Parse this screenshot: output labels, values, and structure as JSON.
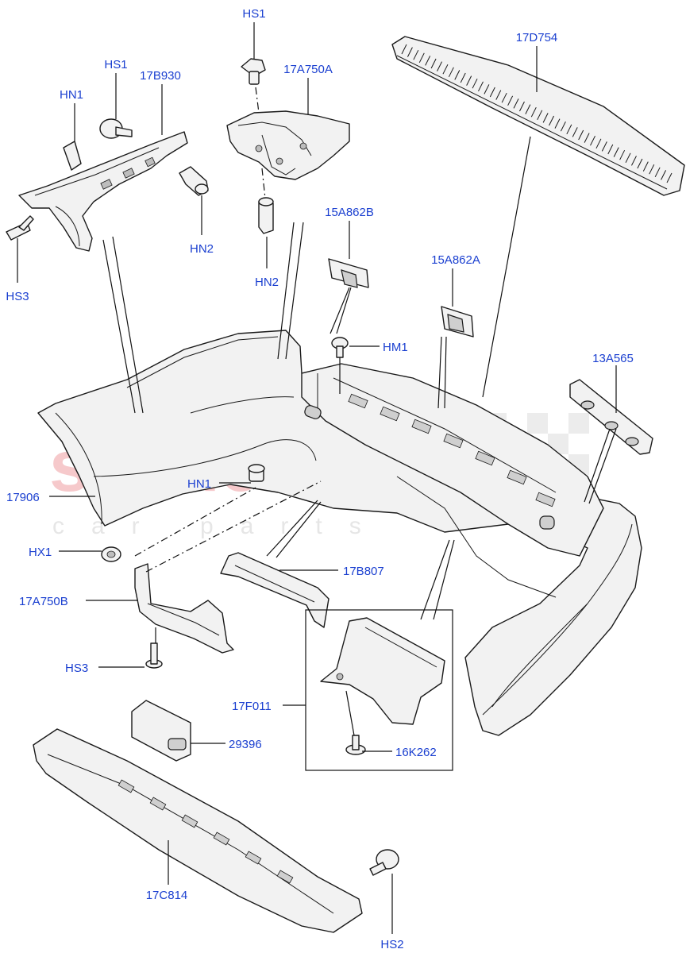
{
  "watermark": {
    "brand": "scuderia",
    "tagline": "car parts"
  },
  "labels": {
    "hs1_top": "HS1",
    "hs1_left": "HS1",
    "hn1_top": "HN1",
    "b930": "17B930",
    "a750a": "17A750A",
    "d754": "17D754",
    "hn2_left": "HN2",
    "hn2_mid": "HN2",
    "hs3_top": "HS3",
    "a862b": "15A862B",
    "a862a": "15A862A",
    "hm1": "HM1",
    "a565": "13A565",
    "p17906": "17906",
    "hn1_mid": "HN1",
    "hx1": "HX1",
    "b807": "17B807",
    "a750b": "17A750B",
    "hs3_bottom": "HS3",
    "f011": "17F011",
    "k262": "16K262",
    "p29396": "29396",
    "c814": "17C814",
    "hs2": "HS2"
  },
  "colors": {
    "label": "#1a3fd0",
    "line": "#111111",
    "watermark": "#f6c9cb"
  }
}
